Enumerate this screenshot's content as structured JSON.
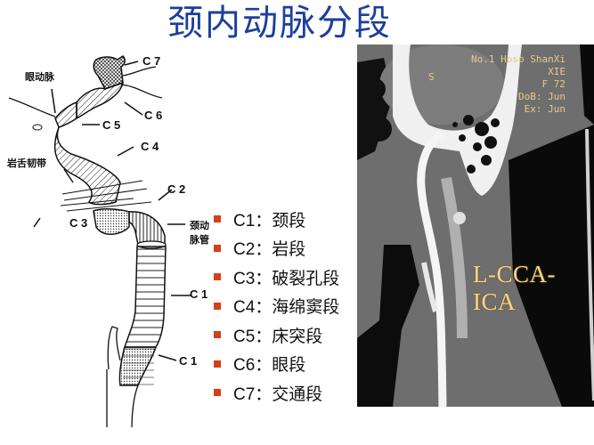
{
  "slide": {
    "title": "颈内动脉分段"
  },
  "segments": [
    {
      "code": "C1",
      "label": "C1：颈段"
    },
    {
      "code": "C2",
      "label": "C2：岩段"
    },
    {
      "code": "C3",
      "label": "C3：破裂孔段"
    },
    {
      "code": "C4",
      "label": "C4：海绵窦段"
    },
    {
      "code": "C5",
      "label": "C5：床突段"
    },
    {
      "code": "C6",
      "label": "C6：眼段"
    },
    {
      "code": "C7",
      "label": "C7：交通段"
    }
  ],
  "diagram": {
    "labels": {
      "ophthalmic_artery": "眼动脉",
      "petrolingual_ligament": "岩舌韧带",
      "carotid_canal": "颈动脉管",
      "c1a": "C 1",
      "c1b": "C 1",
      "c2": "C 2",
      "c3": "C 3",
      "c4": "C 4",
      "c5": "C 5",
      "c6": "C 6",
      "c7": "C 7"
    }
  },
  "ct_image": {
    "header_text": "No.1 Hosp ShanXi\nXIE\nF 72\nDoB: Jun\nEx: Jun",
    "orientation_label": "S",
    "annotation": "L-CCA-ICA"
  },
  "colors": {
    "title": "#1c3f9a",
    "bullet": "#d2401c",
    "ct_overlay_text": "#e6c98a"
  }
}
